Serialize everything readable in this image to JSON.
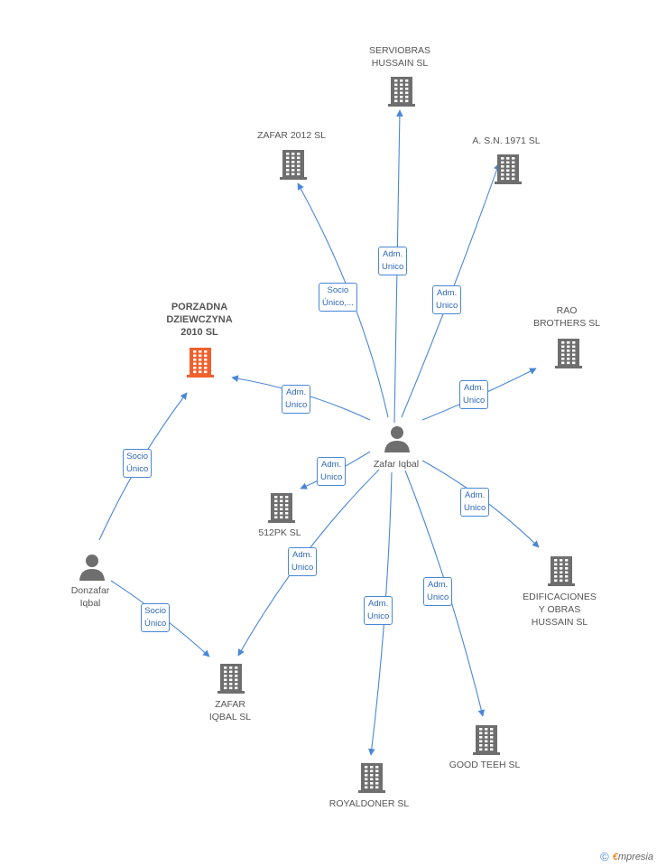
{
  "colors": {
    "company": "#6e6e6e",
    "highlight": "#f0602c",
    "person": "#6e6e6e",
    "edge": "#4a87d6"
  },
  "nodes": {
    "serviobras": {
      "type": "company",
      "lines": [
        "SERVIOBRAS",
        "HUSSAIN SL"
      ]
    },
    "zafar2012": {
      "type": "company",
      "lines": [
        "ZAFAR 2012 SL"
      ]
    },
    "asn1971": {
      "type": "company",
      "lines": [
        "A. S.N. 1971  SL"
      ]
    },
    "porzadna": {
      "type": "company-highlight",
      "lines": [
        "PORZADNA",
        "DZIEWCZYNA",
        "2010 SL"
      ]
    },
    "raobrothers": {
      "type": "company",
      "lines": [
        "RAO",
        "BROTHERS SL"
      ]
    },
    "zafariqbal": {
      "type": "person",
      "lines": [
        "Zafar Iqbal"
      ]
    },
    "p512": {
      "type": "company",
      "lines": [
        "512PK SL"
      ]
    },
    "donzafar": {
      "type": "person",
      "lines": [
        "Donzafar",
        "Iqbal"
      ]
    },
    "edificaciones": {
      "type": "company",
      "lines": [
        "EDIFICACIONES",
        "Y OBRAS",
        "HUSSAIN SL"
      ]
    },
    "zafariqbalsl": {
      "type": "company",
      "lines": [
        "ZAFAR",
        "IQBAL SL"
      ]
    },
    "goodteeh": {
      "type": "company",
      "lines": [
        "GOOD TEEH  SL"
      ]
    },
    "royaldoner": {
      "type": "company",
      "lines": [
        "ROYALDONER SL"
      ]
    }
  },
  "edges": [
    {
      "id": "e-serviobras",
      "lines": [
        "Adm.",
        "Unico"
      ]
    },
    {
      "id": "e-zafar2012",
      "lines": [
        "Socio",
        "Único,..."
      ]
    },
    {
      "id": "e-asn1971",
      "lines": [
        "Adm.",
        "Unico"
      ]
    },
    {
      "id": "e-porzadna",
      "lines": [
        "Adm.",
        "Unico"
      ]
    },
    {
      "id": "e-rao",
      "lines": [
        "Adm.",
        "Unico"
      ]
    },
    {
      "id": "e-512",
      "lines": [
        "Adm.",
        "Unico"
      ]
    },
    {
      "id": "e-edif",
      "lines": [
        "Adm.",
        "Unico"
      ]
    },
    {
      "id": "e-zafariqbalsl",
      "lines": [
        "Adm.",
        "Unico"
      ]
    },
    {
      "id": "e-royal",
      "lines": [
        "Adm.",
        "Unico"
      ]
    },
    {
      "id": "e-good",
      "lines": [
        "Adm.",
        "Unico"
      ]
    },
    {
      "id": "e-don-porzadna",
      "lines": [
        "Socio",
        "Único"
      ]
    },
    {
      "id": "e-don-zafariqbalsl",
      "lines": [
        "Socio",
        "Único"
      ]
    }
  ],
  "footer": {
    "copyright": "©",
    "brand_initial": "€",
    "brand_rest": "mpresia"
  }
}
